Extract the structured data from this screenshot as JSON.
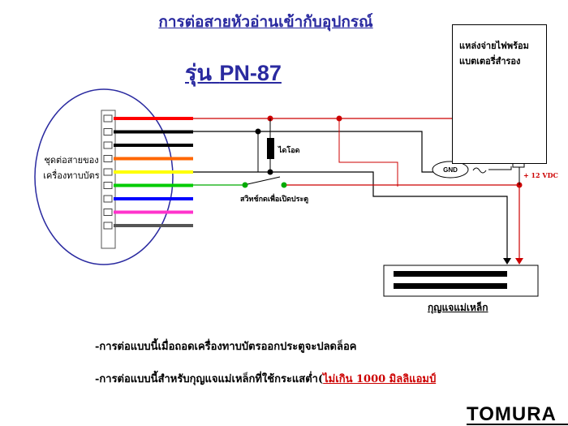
{
  "title": "การต่อสายหัวอ่านเข้ากับอุปกรณ์",
  "model": {
    "prefix": "รุ่น",
    "code": "PN-87"
  },
  "reader_label_line1": "ชุดต่อสายของ",
  "reader_label_line2": "เครื่องทาบบัตร",
  "power_supply": {
    "line1": "แหล่งจ่ายไฟพร้อม",
    "line2": "แบตเตอรี่สำรอง"
  },
  "diode_label": "ไดโอด",
  "switch_label": "สวิทช์กดเพื่อเปิดประตู",
  "gnd_label": "GND",
  "vdc_label": "+ 12 VDC",
  "lock_label": "กุญแจแม่เหล็ก",
  "note1": "-การต่อแบบนี้เมื่อถอดเครื่องทาบบัตรออกประตูจะปลดล็อค",
  "note2_prefix": "-การต่อแบบนี้สำหรับกุญแจแม่เหล็กที่ใช้กระแสต่ำ(",
  "note2_highlight": "ไม่เกิน 1000 มิลลิแอมป์",
  "brand": "TOMURA",
  "wire_colors": [
    "#ff0000",
    "#000000",
    "#000000",
    "#ff6600",
    "#ffff00",
    "#00cc00",
    "#0000ff",
    "#ff33cc",
    "#555555"
  ],
  "colors": {
    "title": "#2a2aa0",
    "power_wire": "#cc0000",
    "ground_wire": "#000000",
    "indicator": "#ffee00"
  }
}
